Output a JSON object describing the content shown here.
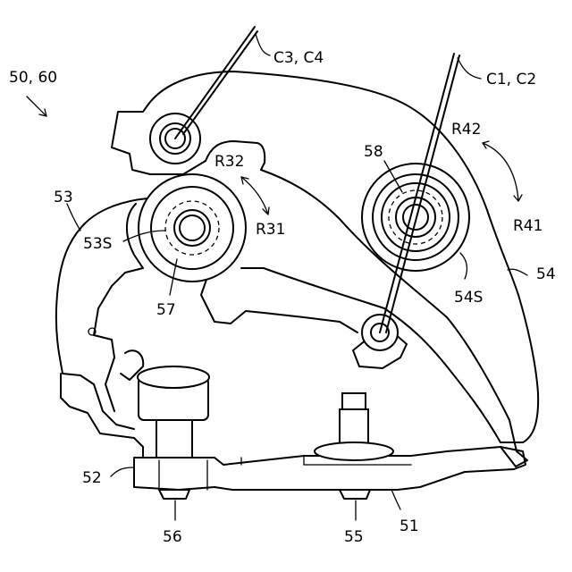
{
  "labels": {
    "assembly": "50, 60",
    "c3c4": "C3, C4",
    "c1c2": "C1, C2",
    "r42": "R42",
    "r41": "R41",
    "r32": "R32",
    "r31": "R31",
    "n58": "58",
    "n53": "53",
    "n53s": "53S",
    "n57": "57",
    "n54": "54",
    "n54s": "54S",
    "n52": "52",
    "n56": "56",
    "n55": "55",
    "n51": "51"
  }
}
